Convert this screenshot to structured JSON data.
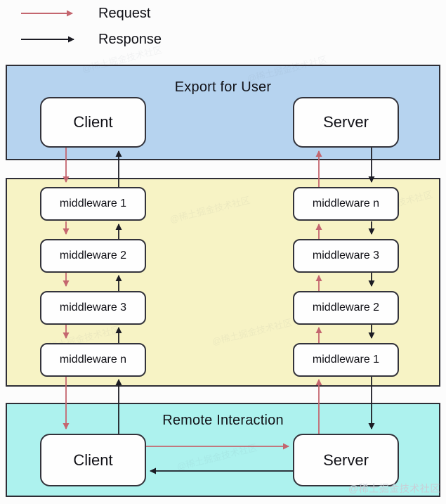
{
  "legend": {
    "request_label": "Request",
    "response_label": "Response"
  },
  "sections": {
    "export": {
      "title": "Export for User"
    },
    "remote": {
      "title": "Remote Interaction"
    }
  },
  "nodes": {
    "top_client": {
      "label": "Client"
    },
    "top_server": {
      "label": "Server"
    },
    "bottom_client": {
      "label": "Client"
    },
    "bottom_server": {
      "label": "Server"
    },
    "left_middlewares": [
      "middleware 1",
      "middleware 2",
      "middleware 3",
      "middleware n"
    ],
    "right_middlewares": [
      "middleware n",
      "middleware 3",
      "middleware 2",
      "middleware 1"
    ]
  },
  "watermark": {
    "text": "@稀土掘金技术社区"
  },
  "colors": {
    "request": "#c4666f",
    "response": "#1c1c24",
    "export_bg": "#b6d3ef",
    "pipeline_bg": "#f7f3c5",
    "remote_bg": "#adf2ee",
    "section_border": "#2e2e36",
    "node_border": "#33333b",
    "node_bg": "#fefefe",
    "page_bg": "#fcfcfc",
    "text": "#121218",
    "watermark": "#c9ced6"
  }
}
